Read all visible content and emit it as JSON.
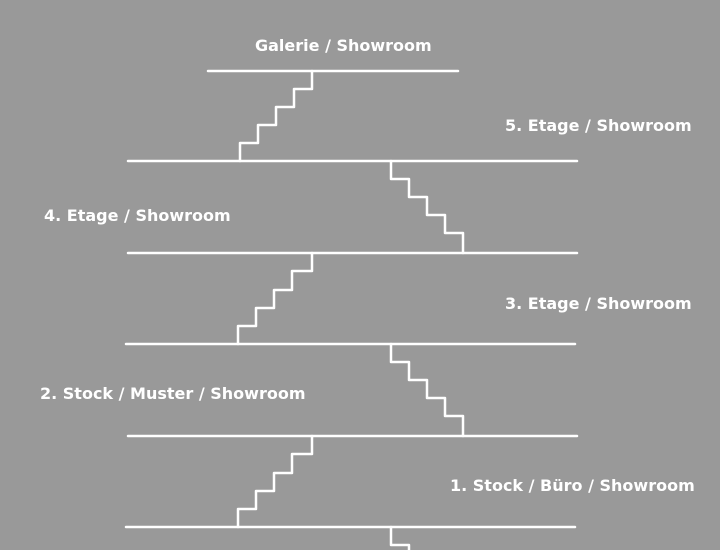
{
  "floors": [
    {
      "label": "Galerie / Showroom"
    },
    {
      "label": "5. Etage / Showroom"
    },
    {
      "label": "4. Etage / Showroom"
    },
    {
      "label": "3. Etage / Showroom"
    },
    {
      "label": "2. Stock / Muster / Showroom"
    },
    {
      "label": "1. Stock / Büro / Showroom"
    }
  ],
  "colors": {
    "background": "#999999",
    "foreground": "#ffffff"
  }
}
